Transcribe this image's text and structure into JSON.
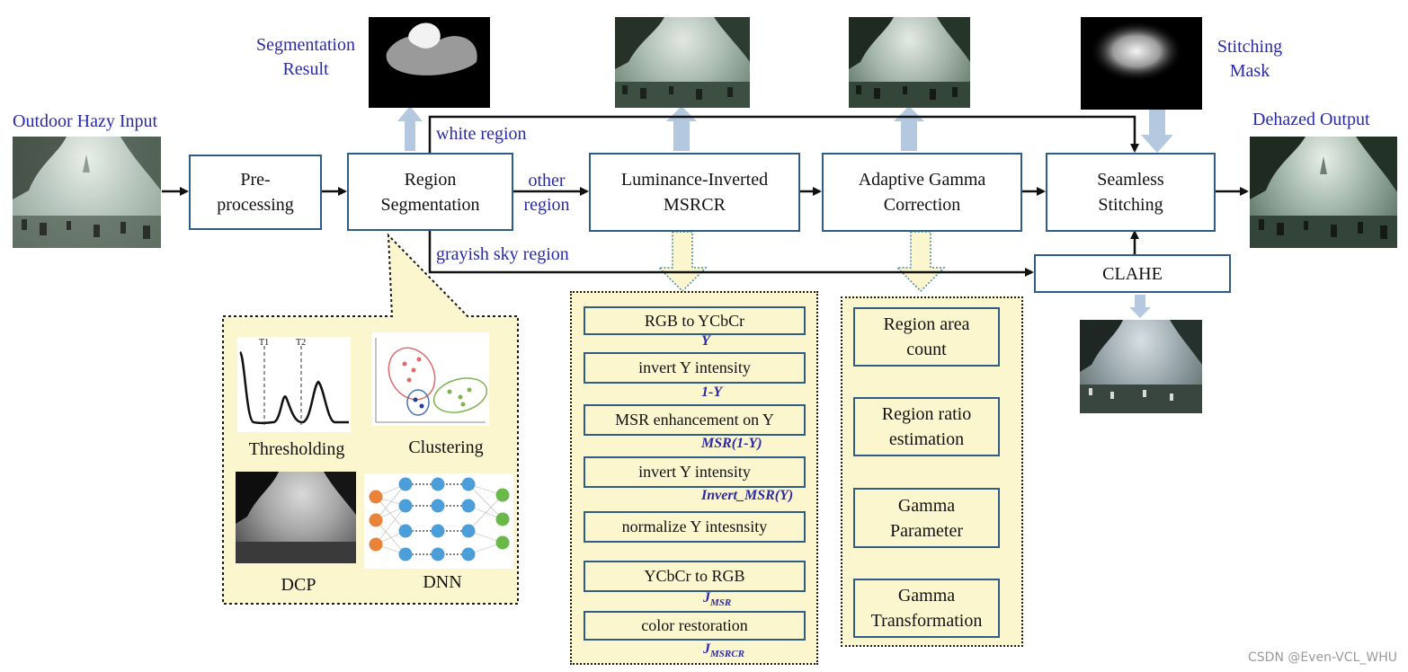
{
  "labels": {
    "input": "Outdoor Hazy Input",
    "output": "Dehazed Output",
    "seg_result": [
      "Segmentation",
      "Result"
    ],
    "stitch_mask": [
      "Stitching",
      "Mask"
    ],
    "white_region": "white region",
    "other_region": [
      "other",
      "region"
    ],
    "grayish_sky": "grayish sky region"
  },
  "boxes": {
    "preprocessing": [
      "Pre-",
      "processing"
    ],
    "region_segmentation": [
      "Region",
      "Segmentation"
    ],
    "msrcr": [
      "Luminance-Inverted",
      "MSRCR"
    ],
    "gamma": [
      "Adaptive Gamma",
      "Correction"
    ],
    "stitching": [
      "Seamless",
      "Stitching"
    ],
    "clahe": "CLAHE"
  },
  "segmentation_methods": {
    "thresholding": "Thresholding",
    "clustering": "Clustering",
    "dcp": "DCP",
    "dnn": "DNN",
    "t1": "T1",
    "t2": "T2"
  },
  "msrcr_steps": [
    "RGB to YCbCr",
    "invert Y intensity",
    "MSR enhancement on Y",
    "invert Y intensity",
    "normalize Y intesnsity",
    "YCbCr to RGB",
    "color restoration"
  ],
  "msrcr_vars": {
    "v1": "Y",
    "v2": "1-Y",
    "v3": "MSR(1-Y)",
    "v4": "Invert_MSR(Y)",
    "v5_main": "J",
    "v5_sub": "MSR",
    "v6_main": "J",
    "v6_sub": "MSRCR"
  },
  "gamma_steps": [
    [
      "Region area",
      "count"
    ],
    [
      "Region ratio",
      "estimation"
    ],
    [
      "Gamma",
      "Parameter"
    ],
    [
      "Gamma",
      "Transformation"
    ]
  ],
  "watermark": "CSDN @Even-VCL_WHU",
  "colors": {
    "box_border": "#2f5d86",
    "label_blue": "#2a2aa8",
    "panel_fill": "#fcf6cf",
    "up_arrow": "#b4c9e0"
  }
}
